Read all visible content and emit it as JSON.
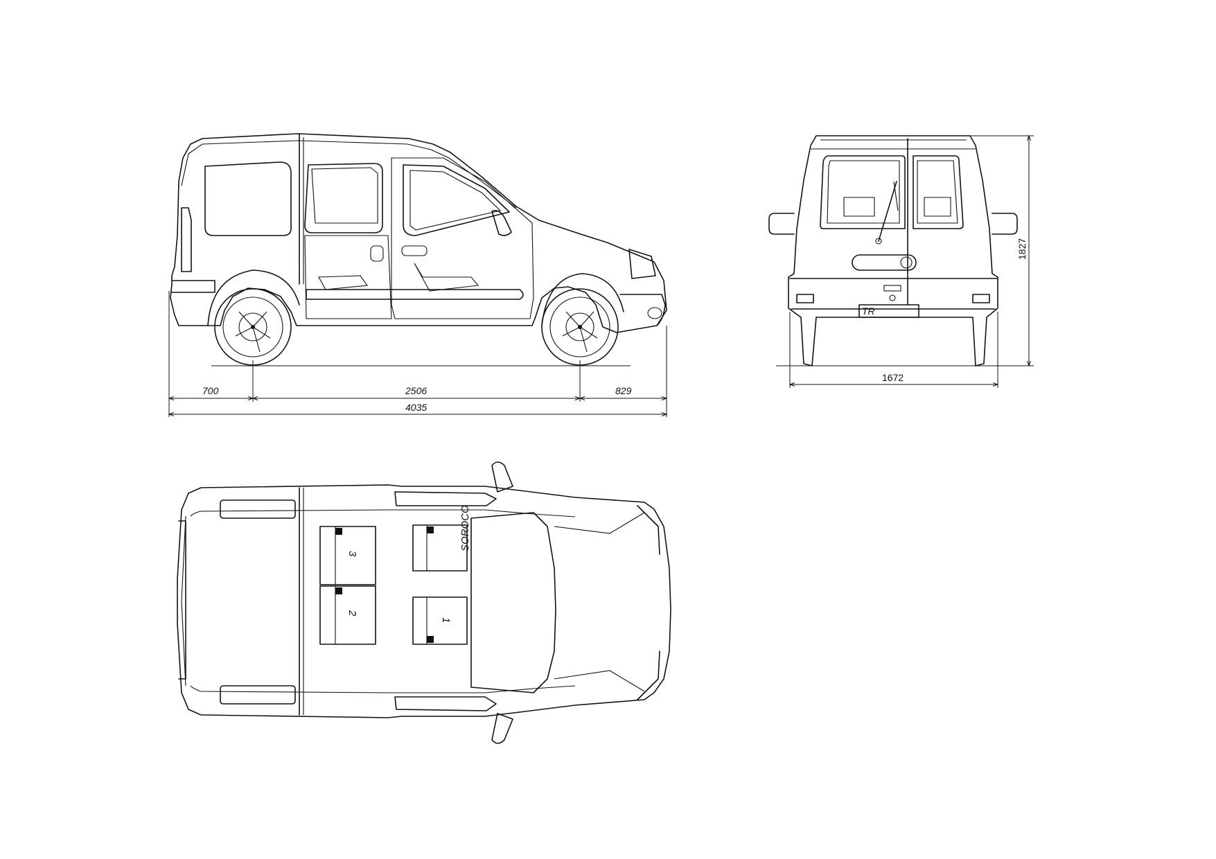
{
  "dimensions": {
    "rear_overhang": "700",
    "wheelbase": "2506",
    "front_overhang": "829",
    "overall_length": "4035",
    "width": "1672",
    "height": "1827"
  },
  "seats": {
    "seat_1": "1",
    "seat_2": "2",
    "seat_3": "3",
    "seat_front_label": "SOROCO"
  },
  "plate": "TR"
}
